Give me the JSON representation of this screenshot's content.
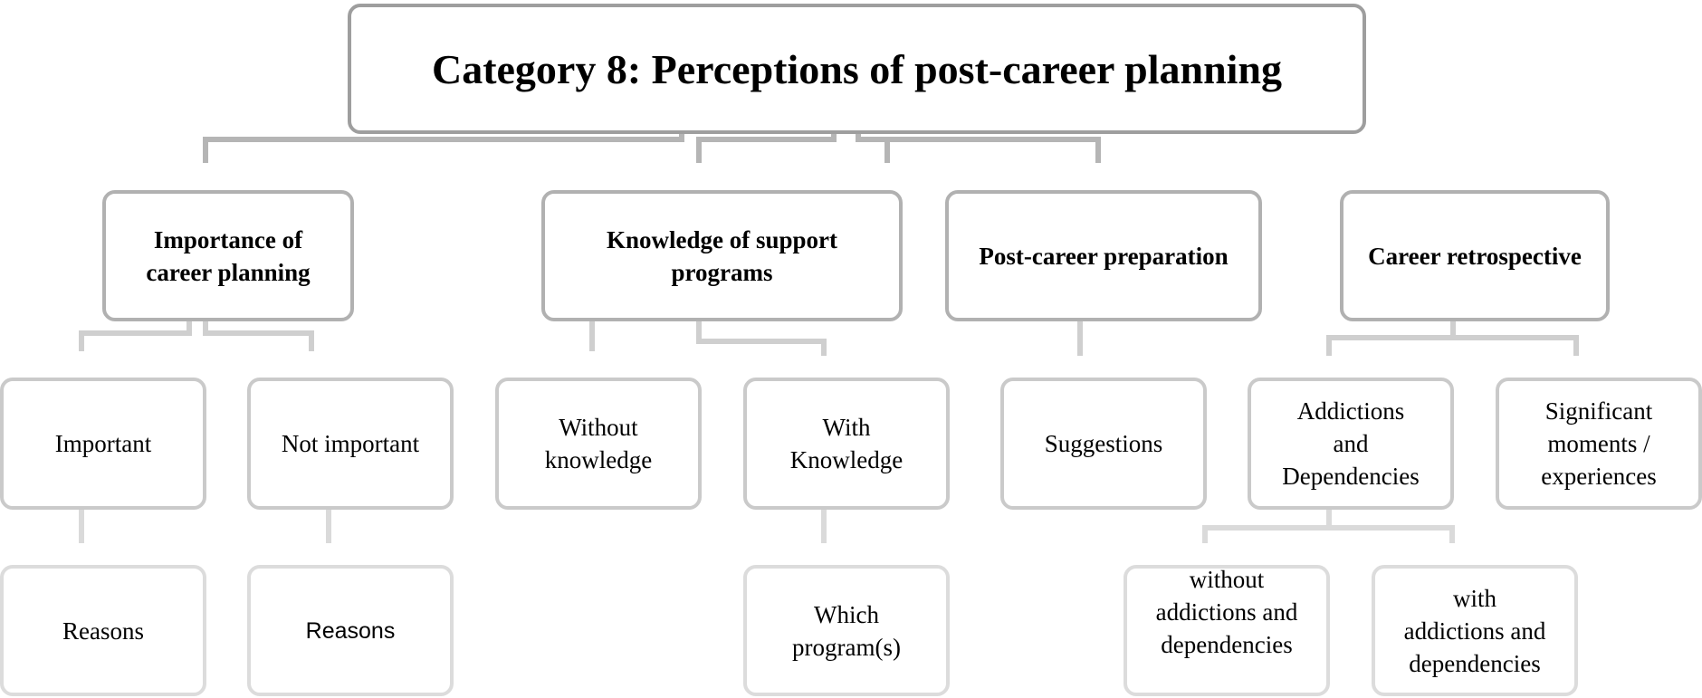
{
  "title": "Category 8: Perceptions of post-career planning",
  "categories": [
    {
      "label": "Importance of\ncareer planning",
      "children": [
        {
          "label": "Important",
          "child": "Reasons"
        },
        {
          "label": "Not important",
          "child": "Reasons"
        }
      ]
    },
    {
      "label": "Knowledge of support\nprograms",
      "children": [
        {
          "label": "Without\nknowledge"
        },
        {
          "label": "With\nKnowledge",
          "child": "Which\nprogram(s)"
        }
      ]
    },
    {
      "label": "Post-career preparation",
      "children": [
        {
          "label": "Suggestions"
        }
      ]
    },
    {
      "label": "Career retrospective",
      "children": [
        {
          "label": "Addictions\nand\nDependencies",
          "children": [
            "without\naddictions and\ndependencies",
            "with\naddictions and\ndependencies"
          ]
        },
        {
          "label": "Significant\nmoments /\nexperiences"
        }
      ]
    }
  ],
  "colors": {
    "root_border": "#9e9e9e",
    "category_border": "#b1b1b1",
    "leaf_border": "#cacaca",
    "connector_root": "#b5b5b5",
    "connector_leaf": "#d6d6d6"
  }
}
